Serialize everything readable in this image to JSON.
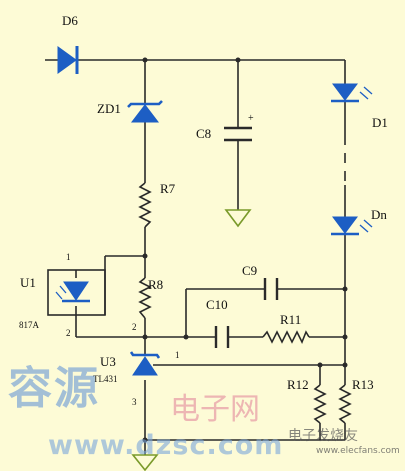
{
  "components": {
    "d6": "D6",
    "zd1": "ZD1",
    "c8": "C8",
    "c8_polarity": "+",
    "r7": "R7",
    "d1": "D1",
    "dn": "Dn",
    "u1": "U1",
    "u1_part": "817A",
    "u1_pin1": "1",
    "u1_pin2": "2",
    "r8": "R8",
    "c9": "C9",
    "c10": "C10",
    "r11": "R11",
    "u3": "U3",
    "u3_part": "TL431",
    "u3_pin1": "1",
    "u3_pin2": "2",
    "u3_pin3": "3",
    "r12": "R12",
    "r13": "R13"
  },
  "watermark": {
    "brand_large": "容源",
    "brand_sub": "电子网",
    "url": "www.dzsc.com",
    "elecfans_name": "电子发烧友",
    "elecfans_url": "www.elecfans.com"
  },
  "colors": {
    "background": "#fdfbd6",
    "wire": "#2a2a2a",
    "diode_fill": "#1d5ec4",
    "ground_stroke": "#7a9a2a"
  }
}
